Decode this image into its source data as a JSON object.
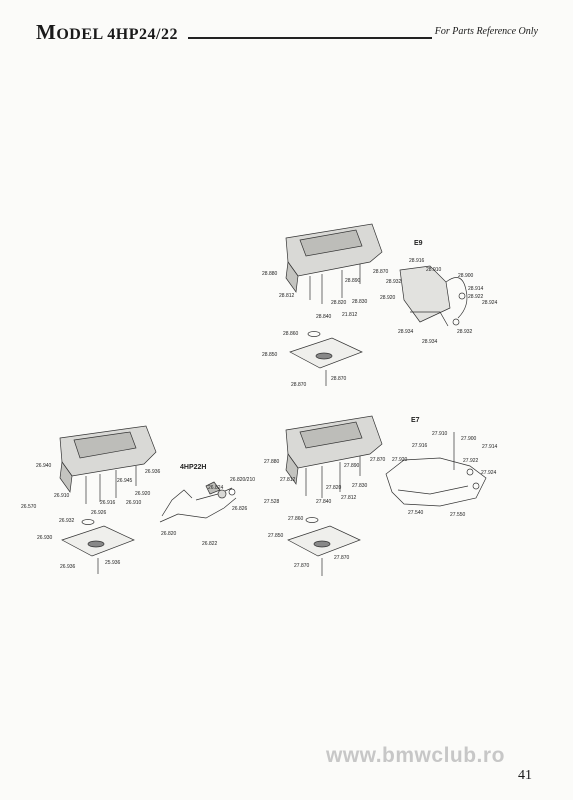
{
  "header": {
    "title_cap": "M",
    "title_rest": "ODEL 4HP24/22",
    "reference_note": "For Parts Reference Only"
  },
  "diagram_labels": {
    "variant_e9": "E9",
    "variant_e7": "E7",
    "variant_4hp22h": "4HP22H"
  },
  "part_numbers": {
    "e9_valve_body": [
      "28.880",
      "28.812",
      "28.870",
      "28.890",
      "28.820",
      "28.830",
      "28.840",
      "21.812"
    ],
    "e9_harness": [
      "28.916",
      "28.910",
      "28.900",
      "28.932",
      "28.914",
      "28.922",
      "28.924",
      "28.920",
      "28.934",
      "28.932",
      "28.934"
    ],
    "e9_pan": [
      "28.860",
      "28.850",
      "28.870",
      "28.870"
    ],
    "main_valve_body": [
      "26.940",
      "26.936",
      "26.945",
      "26.920",
      "26.910",
      "26.916",
      "26.910",
      "26.570",
      "26.932",
      "26.926"
    ],
    "main_pan": [
      "26.930",
      "26.936",
      "25.936"
    ],
    "h_pipes": [
      "26.824",
      "26.820/210",
      "26.826",
      "26.820",
      "26.822"
    ],
    "e7_valve_body": [
      "27.880",
      "27.870",
      "27.812",
      "27.890",
      "27.528",
      "27.820",
      "27.830",
      "27.840",
      "27.812"
    ],
    "e7_pan": [
      "27.860",
      "27.850",
      "27.870",
      "27.870"
    ],
    "e7_harness": [
      "27.910",
      "27.900",
      "27.916",
      "27.914",
      "27.920",
      "27.922",
      "27.924",
      "27.540",
      "27.550"
    ]
  },
  "watermark_text": "www.bmwclub.ro",
  "page_number": "41"
}
